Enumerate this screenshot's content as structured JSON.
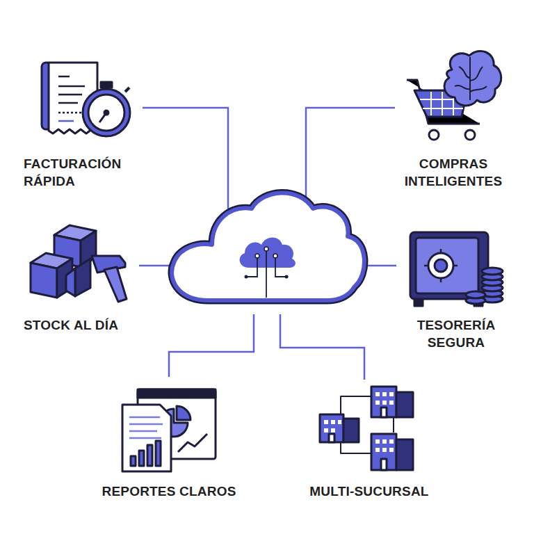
{
  "diagram": {
    "labels": [
      "FACTURACIÓN RÁPIDA",
      "COMPRAS INTELIGENTES",
      "STOCK AL DÍA",
      "TESORERÍA SEGURA",
      "REPORTES CLAROS",
      "MULTI-SUCURSAL"
    ]
  }
}
